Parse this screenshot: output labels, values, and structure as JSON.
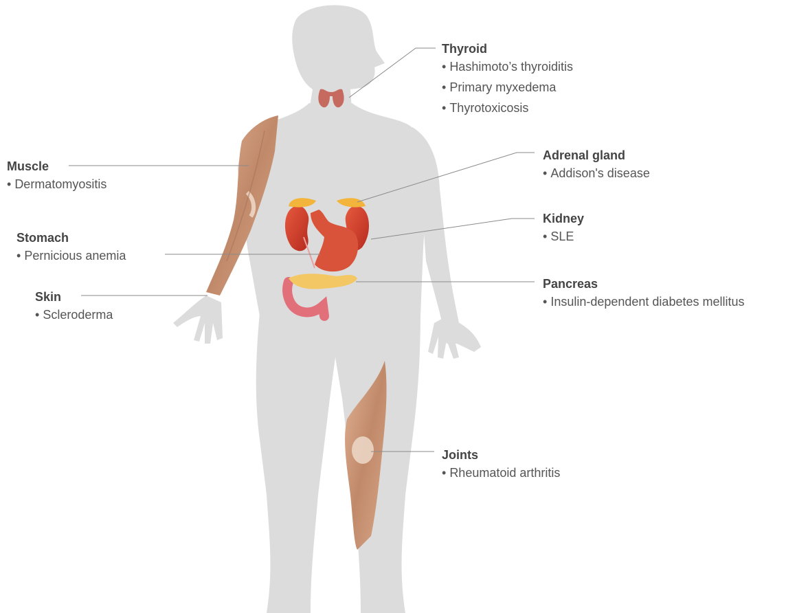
{
  "labels": {
    "thyroid": {
      "title": "Thyroid",
      "items": [
        "Hashimoto’s thyroiditis",
        "Primary myxedema",
        "Thyrotoxicosis"
      ]
    },
    "adrenal": {
      "title": "Adrenal gland",
      "items": [
        "Addison's disease"
      ]
    },
    "kidney": {
      "title": "Kidney",
      "items": [
        "SLE"
      ]
    },
    "pancreas": {
      "title": "Pancreas",
      "items": [
        "Insulin-dependent diabetes mellitus"
      ]
    },
    "joints": {
      "title": "Joints",
      "items": [
        "Rheumatoid arthritis"
      ]
    },
    "muscle": {
      "title": "Muscle",
      "items": [
        "Dermatomyositis"
      ]
    },
    "stomach": {
      "title": "Stomach",
      "items": [
        "Pernicious anemia"
      ]
    },
    "skin": {
      "title": "Skin",
      "items": [
        "Scleroderma"
      ]
    }
  },
  "colors": {
    "silhouette": "#dcdcdc",
    "muscle": "#c99a78",
    "organ_red": "#d9412e",
    "adrenal": "#f2b43a",
    "pancreas": "#f3c864",
    "intestine": "#e2707a",
    "thyroid": "#c66a5f",
    "leader_line": "#8a8a8a"
  }
}
